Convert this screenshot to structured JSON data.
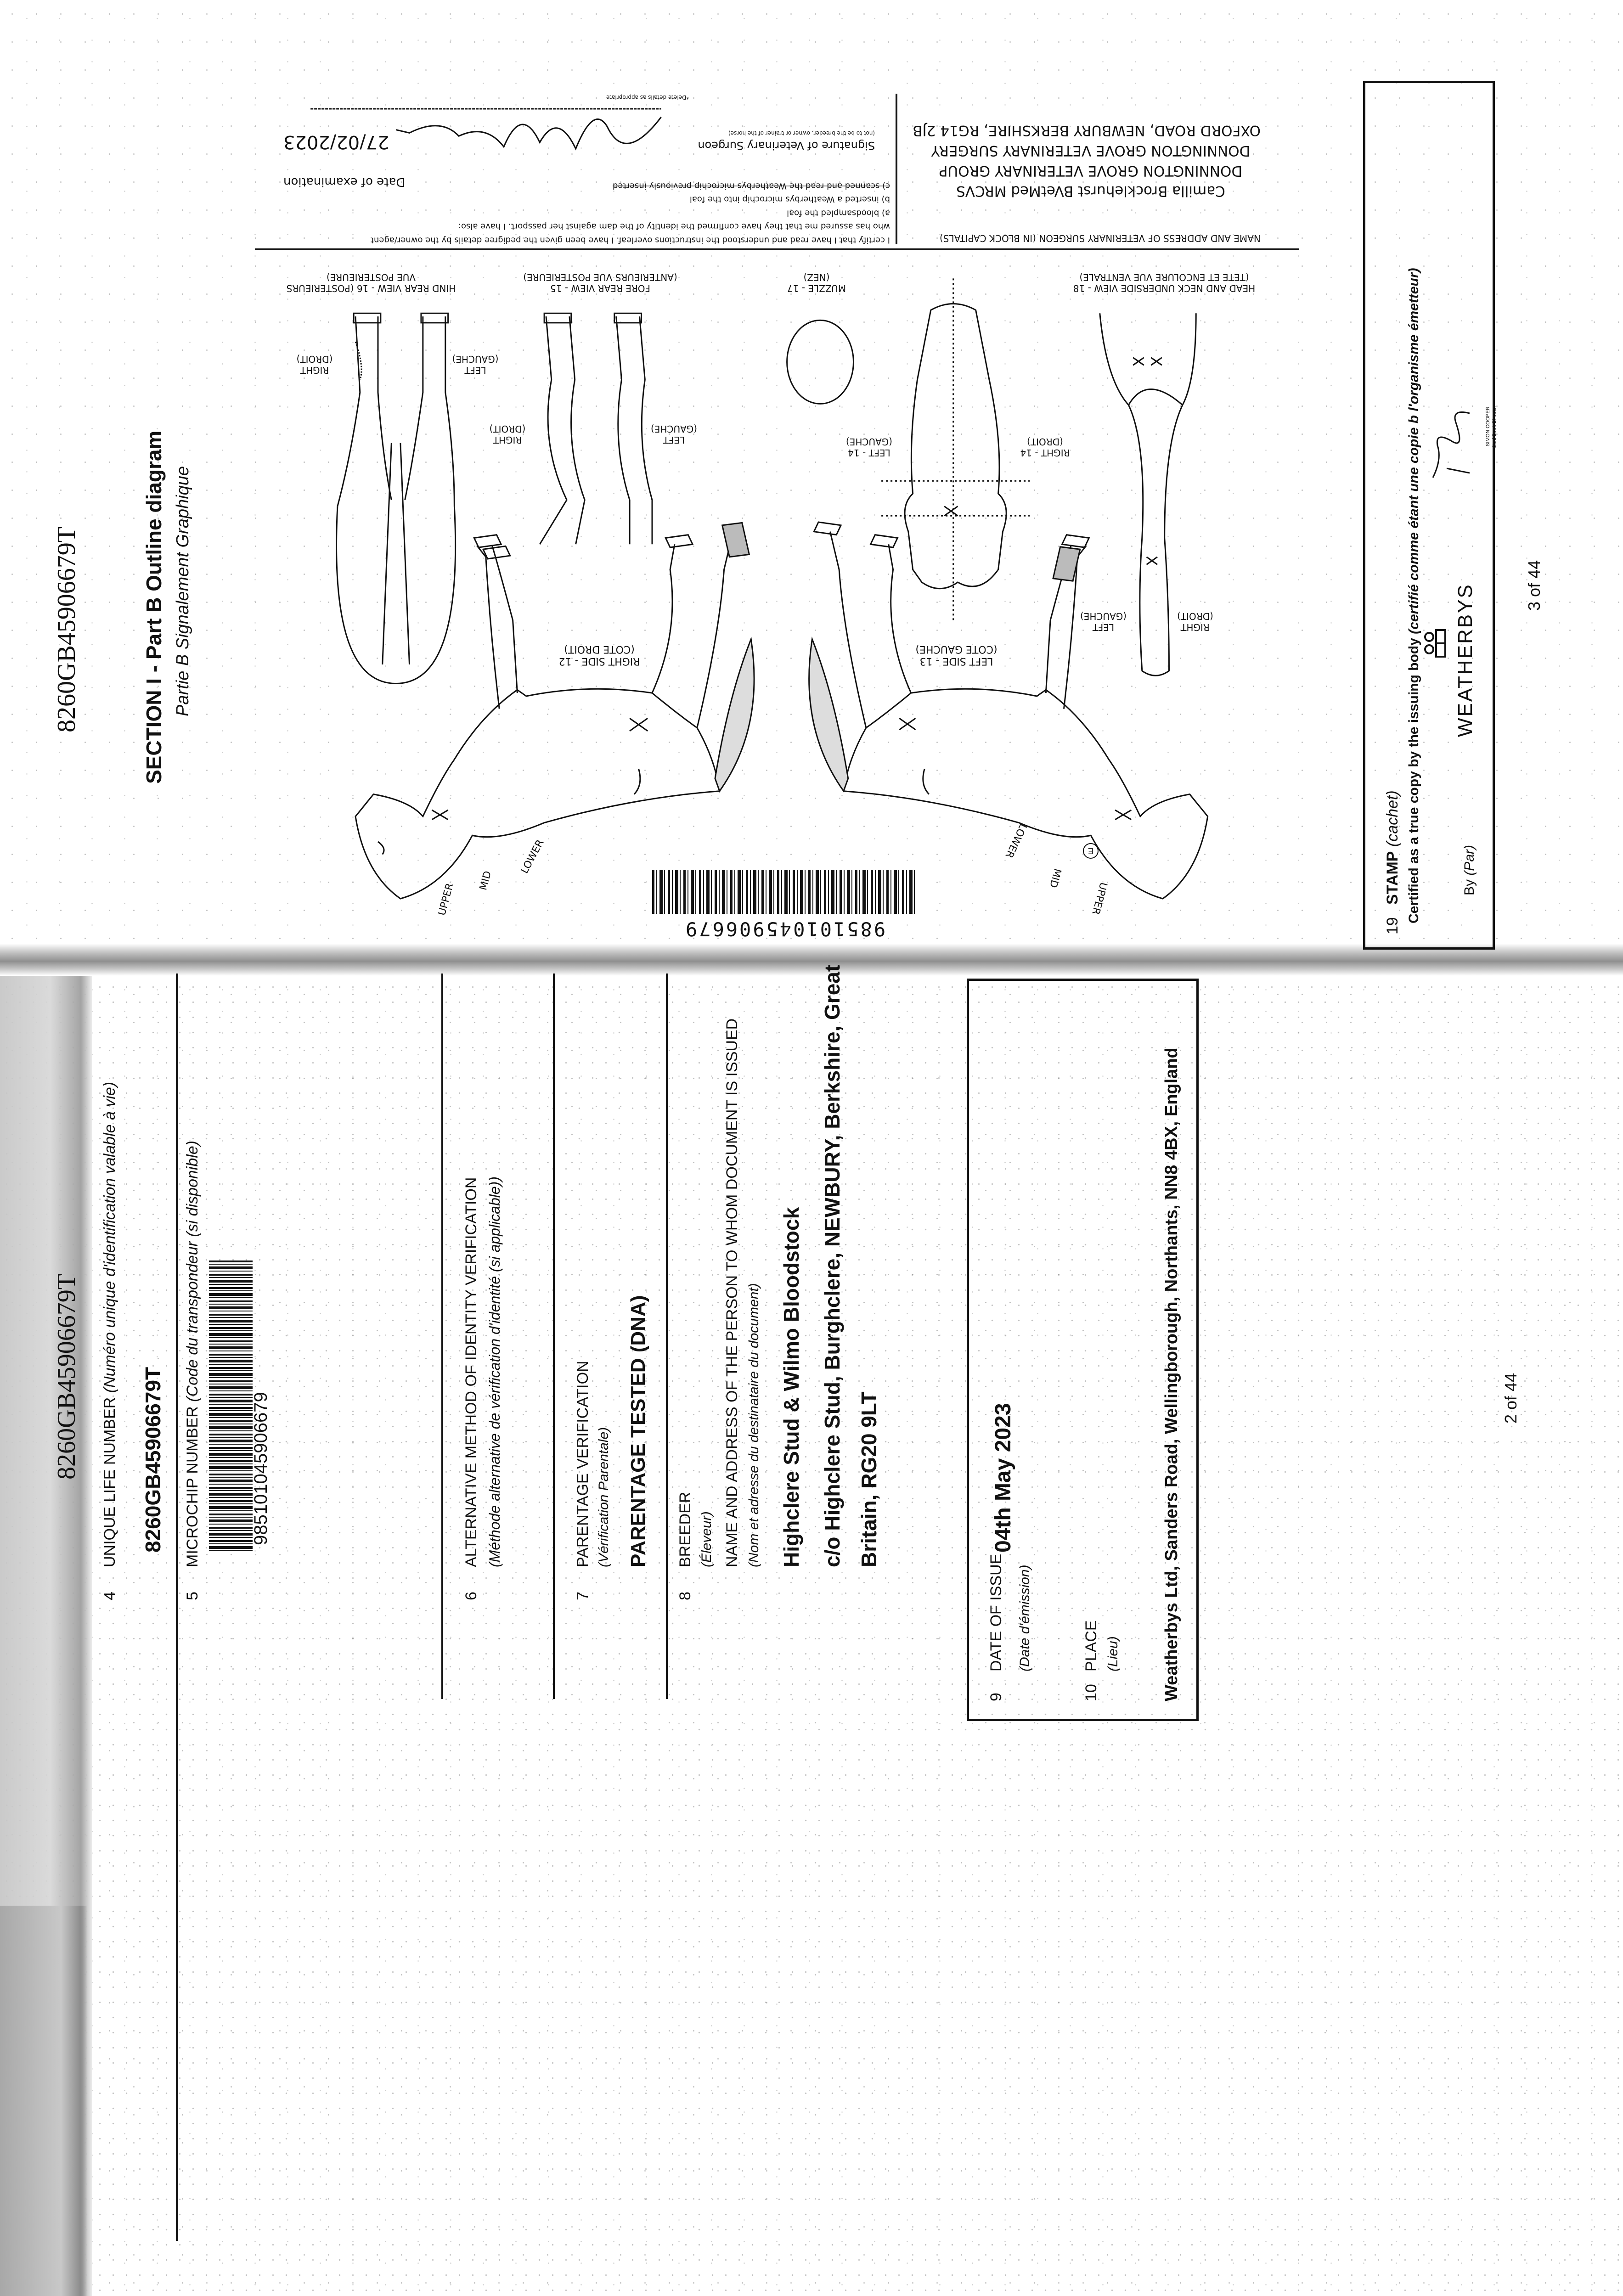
{
  "left_page": {
    "header_id": "8260GB45906679T",
    "items": [
      {
        "number": "4",
        "label": "UNIQUE LIFE NUMBER",
        "label_fr": "(Numéro unique d'identification valable à vie)",
        "value": "8260GB45906679T"
      },
      {
        "number": "5",
        "label": "MICROCHIP NUMBER",
        "label_fr": "(Code du transpondeur (si disponible)",
        "value": "985101045906679"
      },
      {
        "number": "6",
        "label": "ALTERNATIVE METHOD OF IDENTITY VERIFICATION",
        "label_fr": "(Méthode alternative de vérification d'identité (si applicable))"
      },
      {
        "number": "7",
        "label": "PARENTAGE VERIFICATION",
        "label_fr": "(Vérification Parentale)",
        "value": "PARENTAGE TESTED (DNA)"
      },
      {
        "number": "8",
        "label": "BREEDER",
        "label_fr": "(Éleveur)",
        "label2": "NAME AND ADDRESS OF THE PERSON TO WHOM DOCUMENT IS ISSUED",
        "label2_fr": "(Nom et adresse du destinataire du document)",
        "value_lines": [
          "Highclere Stud & Wilmo Bloodstock",
          "c/o Highclere Stud, Burghclere, NEWBURY, Berkshire, Great",
          "Britain, RG20 9LT"
        ]
      },
      {
        "number": "9",
        "label": "DATE OF ISSUE",
        "label_fr": "(Date d'émission)",
        "value": "04th May 2023"
      },
      {
        "number": "10",
        "label": "PLACE",
        "label_fr": "(Lieu)",
        "value": "Weatherbys Ltd, Sanders Road, Wellingborough, Northants, NN8 4BX, England"
      }
    ],
    "page_number": "2 of 44"
  },
  "right_page": {
    "header_id": "8260GB45906679T",
    "section_title": "SECTION I - Part B Outline diagram",
    "section_subtitle": "Partie B Signalement Graphique",
    "vet": {
      "name_label": "NAME AND ADDRESS OF VETERINARY SURGEON (IN BLOCK CAPITALS)",
      "name_lines": [
        "Camilla Brocklehurst BVetMed MRCVS",
        "DONNINGTON GROVE VETERINARY GROUP",
        "DONNINGTON GROVE VETERINARY SURGERY",
        "OXFORD ROAD, NEWBURY BERKSHIRE, RG14 2JB"
      ],
      "certification_lines": [
        "I certify that I have read and understood the instructions overleaf. I have been given the pedigree details by the owner/agent",
        "who has assured me that they have confirmed the identity of the dam against her passport. I have also:",
        "a) bloodsampled the foal",
        "b) inserted a Weatherbys microchip into the foal",
        "c) scanned and read the Weatherbys microchip previously inserted"
      ],
      "signature_label": "Signature of Veterinary Surgeon",
      "signature_note": "(not to be the breeder, owner or trainer of the horse)",
      "delete_note": "*Delete details as appropriate",
      "date_label": "Date of examination",
      "date_value": "27/02/2023"
    },
    "diagram_labels": {
      "head_neck": [
        "HEAD AND NECK UNDERSIDE VIEW - 18",
        "(TETE ET ENCOLURE VUE VENTRALE)"
      ],
      "muzzle": [
        "MUZZLE - 17",
        "(NEZ)"
      ],
      "fore_rear": [
        "FORE REAR VIEW - 15",
        "(ANTERIEURS VUE POSTERIEURE)"
      ],
      "hind_rear": [
        "HIND REAR VIEW - 16 (POSTERIEURS",
        "VUE POSTERIEURE)"
      ],
      "hind_right": [
        "RIGHT",
        "(DROIT)"
      ],
      "hind_left": [
        "LEFT",
        "(GAUCHE)"
      ],
      "fore_right": [
        "RIGHT",
        "(DROIT)"
      ],
      "fore_left": [
        "LEFT",
        "(GAUCHE)"
      ],
      "head_left": [
        "LEFT - 14",
        "(GAUCHE)"
      ],
      "head_right": [
        "RIGHT - 14",
        "(DROIT)"
      ],
      "right_side": [
        "RIGHT SIDE - 12",
        "(COTE DROIT)"
      ],
      "left_side": [
        "LEFT SIDE - 13",
        "(COTE GAUCHE)"
      ],
      "neck_left": [
        "LEFT",
        "(GAUCHE)"
      ],
      "neck_right": [
        "RIGHT",
        "(DROIT)"
      ],
      "upper": "UPPER",
      "mid": "MID",
      "lower": "LOWER",
      "mark_e": "E"
    },
    "barcode_text": "985101045906679",
    "stamp": {
      "number": "19",
      "label": "STAMP",
      "label_fr": "(cachet)",
      "certified": "Certified as a true copy by the issuing body",
      "certified_fr": "(certifié comme étant une copie b l'organisme émetteur)",
      "by_label": "By",
      "by_fr": "(Par)",
      "brand": "WEATHERBYS",
      "signatory_name": "SIMON COOPER",
      "signatory_title": "Stud Book Director"
    },
    "page_number": "3 of 44"
  }
}
